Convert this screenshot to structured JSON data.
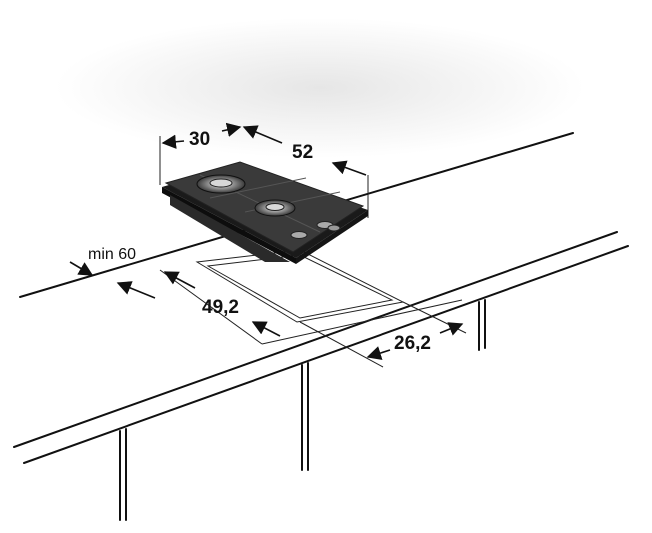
{
  "dimensions": {
    "depth": "30",
    "width": "52",
    "min_clearance": "min 60",
    "cutout_width": "49,2",
    "cutout_depth": "26,2"
  },
  "icons": {
    "hob": "gas-hob-icon",
    "burner": "burner-icon"
  },
  "colors": {
    "outline": "#111111",
    "hob_surface": "#3a3a3a",
    "hob_edge": "#1a1a1a",
    "shadow": "#eeeeee"
  }
}
